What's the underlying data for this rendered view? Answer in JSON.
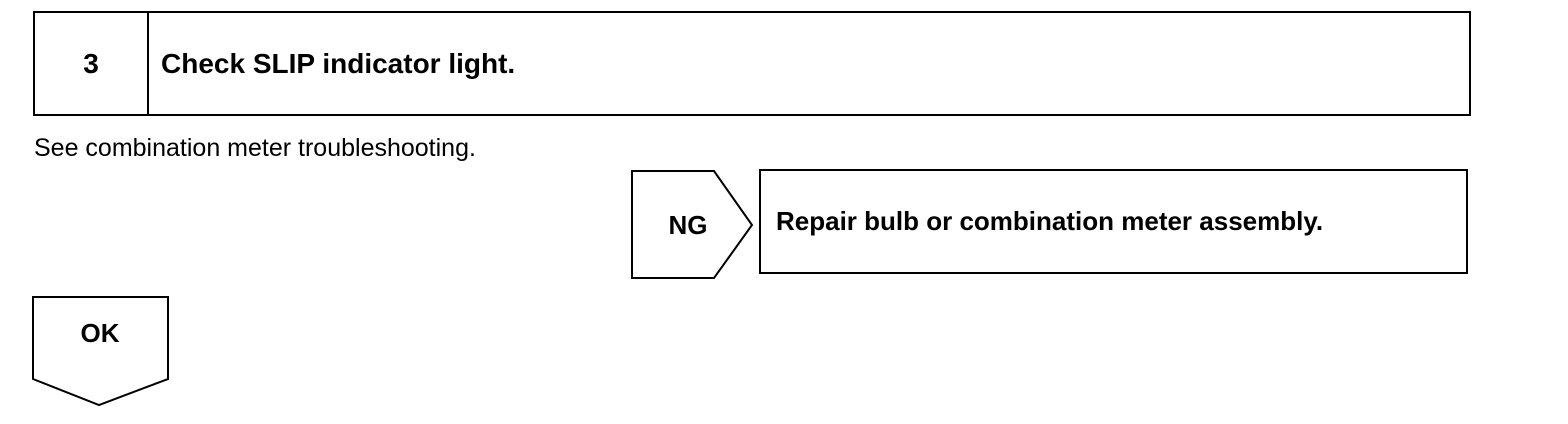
{
  "step": {
    "number": "3",
    "title": "Check SLIP indicator light."
  },
  "note": "See combination meter troubleshooting.",
  "ng": {
    "label": "NG",
    "action": "Repair bulb or combination meter assembly."
  },
  "ok": {
    "label": "OK"
  }
}
